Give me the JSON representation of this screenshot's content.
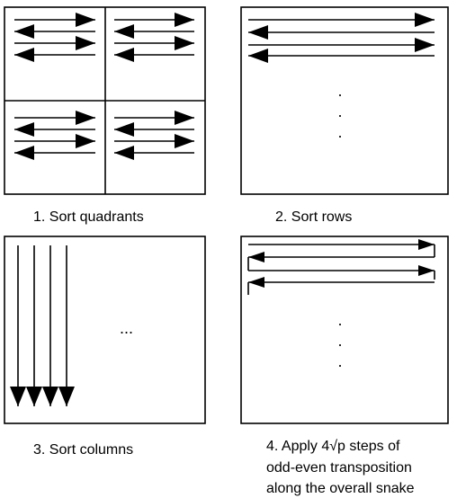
{
  "panels": [
    {
      "id": "panel-1",
      "caption": "1. Sort quadrants"
    },
    {
      "id": "panel-2",
      "caption": "2. Sort rows",
      "dots": ".\n.\n."
    },
    {
      "id": "panel-3",
      "caption": "3. Sort columns",
      "dots": "..."
    },
    {
      "id": "panel-4",
      "caption_lines": [
        "4. Apply 4√p steps of",
        "odd-even transposition",
        "along the overall snake"
      ],
      "dots": ".\n.\n."
    }
  ]
}
